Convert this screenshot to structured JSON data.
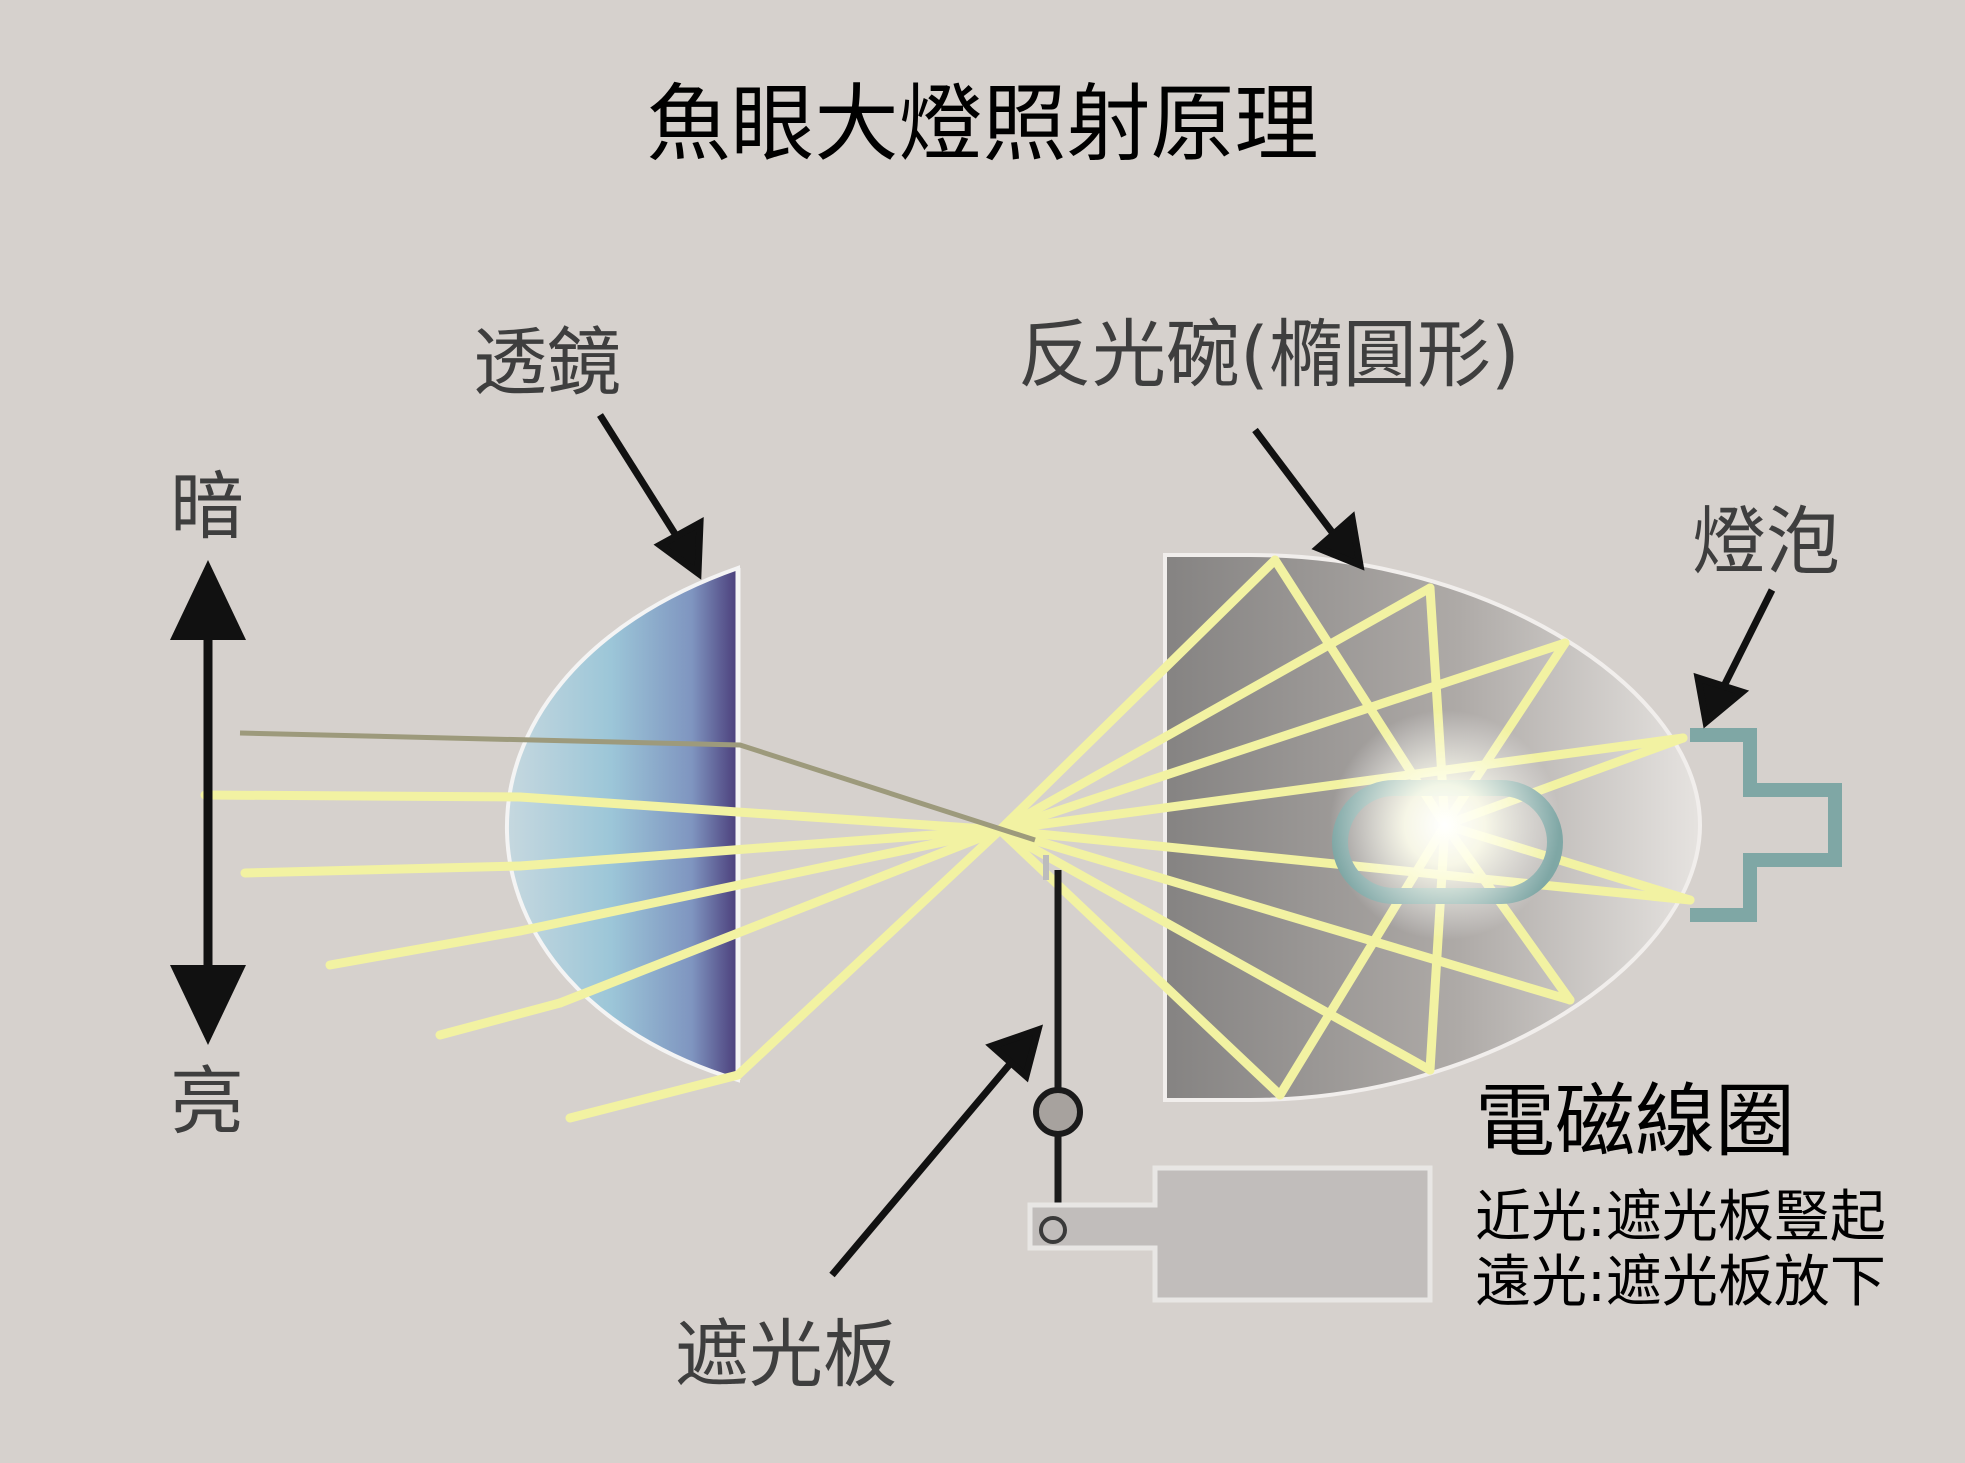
{
  "title": "魚眼大燈照射原理",
  "labels": {
    "lens": "透鏡",
    "reflector": "反光碗(橢圓形)",
    "bulb": "燈泡",
    "dark": "暗",
    "bright": "亮",
    "shield": "遮光板",
    "coil": "電磁線圈"
  },
  "notes": {
    "low_beam": "近光:遮光板豎起",
    "high_beam": "遠光:遮光板放下"
  },
  "colors": {
    "background": "#d6d1cd",
    "light_rays": "#f2f2a2",
    "lens_edge": "#4a3d7a",
    "lens_body": "#9cc3d8",
    "reflector": "#8d8b89",
    "bulb_outline": "#7fa7a5",
    "arrow": "#111111"
  }
}
